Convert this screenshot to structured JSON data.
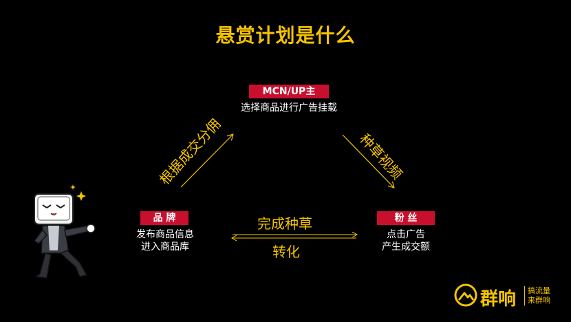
{
  "title": "悬赏计划是什么",
  "nodes": {
    "top": {
      "tag": "MCN/UP主",
      "desc": "选择商品进行广告挂载"
    },
    "left": {
      "tag": "品 牌",
      "desc_line1": "发布商品信息",
      "desc_line2": "进入商品库"
    },
    "right": {
      "tag": "粉 丝",
      "desc_line1": "点击广告",
      "desc_line2": "产生成交额"
    }
  },
  "edges": {
    "left_to_top": "根据成交分佣",
    "top_to_right": "种草视频",
    "bottom_top": "完成种草",
    "bottom_bottom": "转化"
  },
  "brand": {
    "name": "群响",
    "slogan_line1": "搞流量",
    "slogan_line2": "来群响"
  },
  "colors": {
    "accent": "#f5c400",
    "tag_bg": "#c8102e",
    "background": "#000000"
  }
}
